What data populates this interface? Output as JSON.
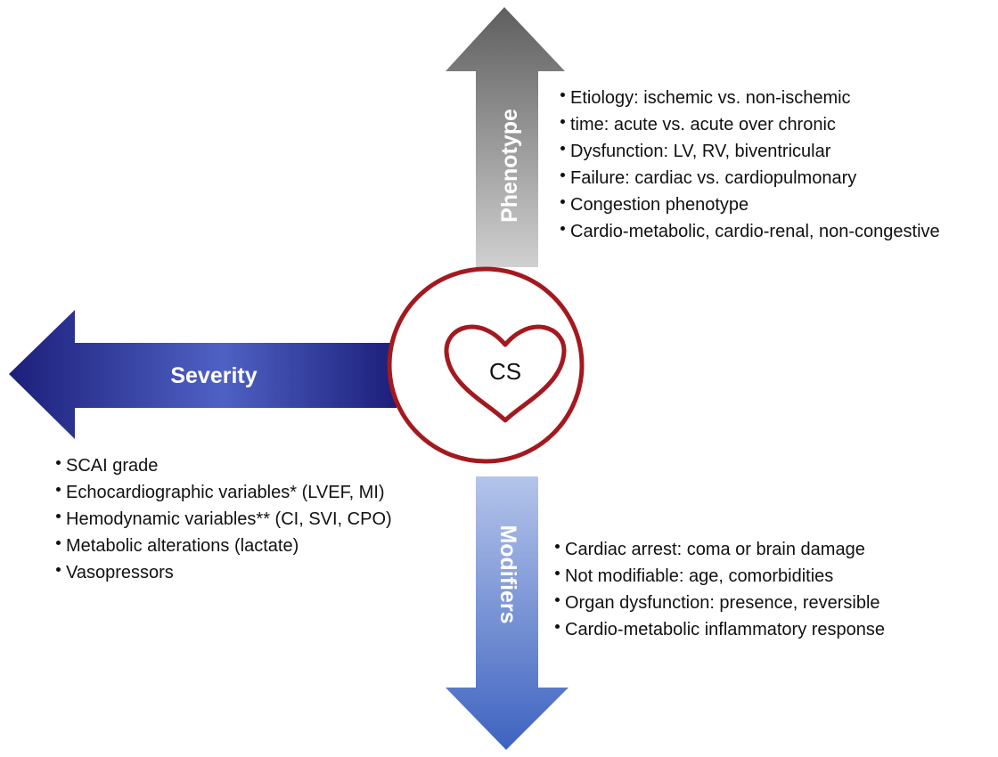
{
  "center": {
    "label": "CS",
    "ring_color": "#a3191f",
    "heart_color": "#a3191f"
  },
  "phenotype": {
    "label": "Phenotype",
    "color_top": "#5e5e5e",
    "color_bottom": "#d0d0d0",
    "items": [
      "Etiology: ischemic vs. non-ischemic",
      "time: acute vs. acute over chronic",
      "Dysfunction: LV, RV, biventricular",
      "Failure: cardiac vs. cardiopulmonary",
      "Congestion phenotype",
      "Cardio-metabolic, cardio-renal, non-congestive"
    ]
  },
  "severity": {
    "label": "Severity",
    "color_dark": "#1c1f7a",
    "color_light": "#4f61c4",
    "items": [
      "SCAI grade",
      "Echocardiographic variables* (LVEF, MI)",
      "Hemodynamic variables** (CI, SVI, CPO)",
      "Metabolic alterations (lactate)",
      "Vasopressors"
    ]
  },
  "modifiers": {
    "label": "Modifiers",
    "color_top": "#b4c4ea",
    "color_bottom": "#3e63c0",
    "items": [
      "Cardiac arrest: coma or brain damage",
      "Not modifiable: age, comorbidities",
      "Organ dysfunction: presence, reversible",
      "Cardio-metabolic inflammatory response"
    ]
  }
}
